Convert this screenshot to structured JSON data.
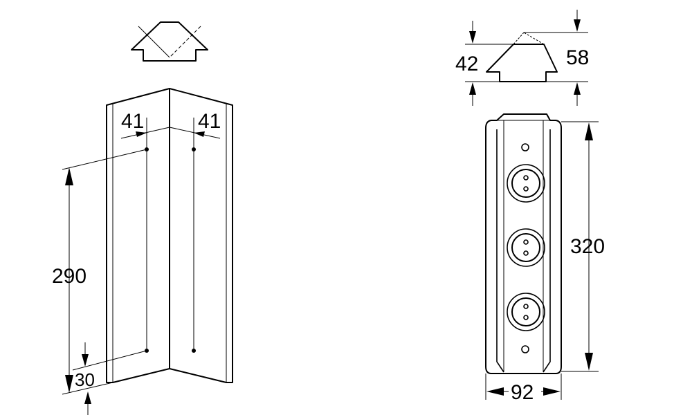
{
  "dimensions": {
    "left_offset": "41",
    "right_offset": "41",
    "hole_spacing": "290",
    "bottom_offset": "30",
    "depth_front": "42",
    "depth_back": "58",
    "height": "320",
    "width": "92"
  },
  "socket_count": 3
}
